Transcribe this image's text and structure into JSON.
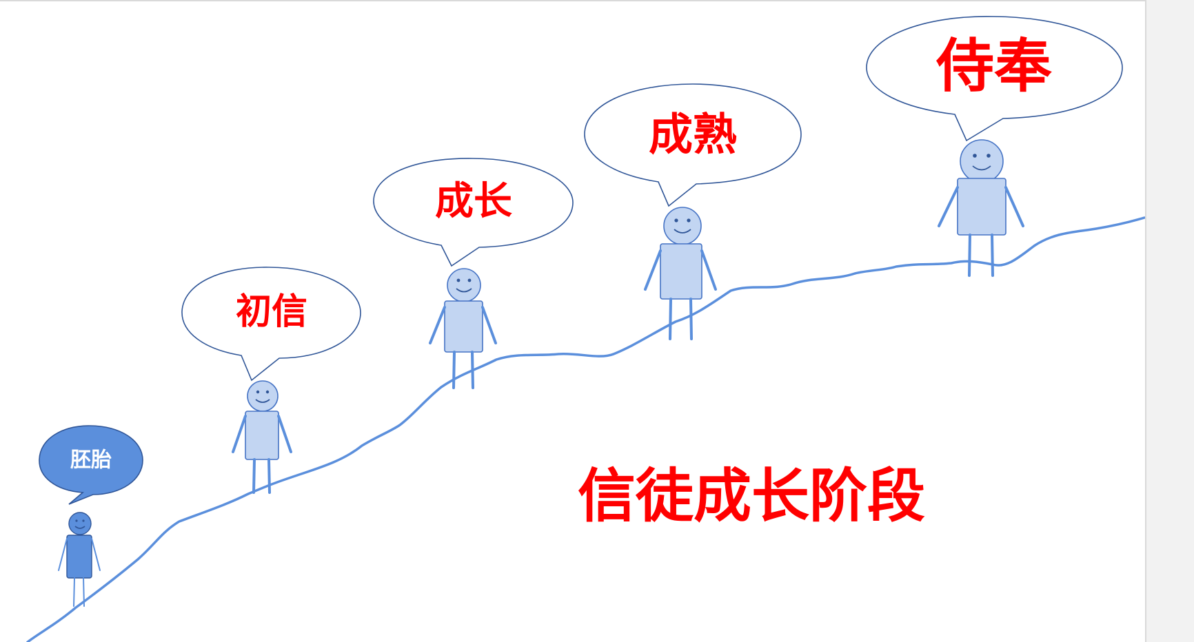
{
  "diagram": {
    "title": "信徒成长阶段",
    "stages": [
      {
        "id": "embryo",
        "label": "胚胎"
      },
      {
        "id": "initial-faith",
        "label": "初信"
      },
      {
        "id": "growth",
        "label": "成长"
      },
      {
        "id": "mature",
        "label": "成熟"
      },
      {
        "id": "serve",
        "label": "侍奉"
      }
    ]
  },
  "colors": {
    "label_red": "#ff0000",
    "figure_fill": "#c2d5f2",
    "figure_dark": "#5b8fdc",
    "path_line": "#5b8fdc",
    "outline": "#2f5597"
  }
}
